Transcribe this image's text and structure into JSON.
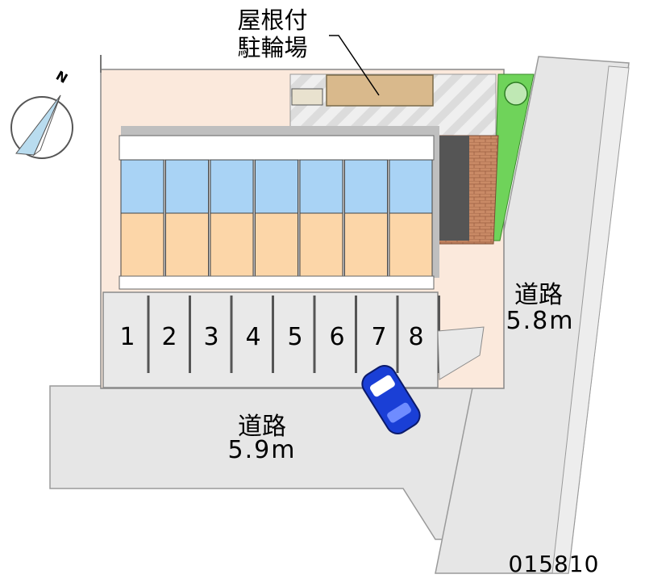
{
  "bike_parking_label_line1": "屋根付",
  "bike_parking_label_line2": "駐輪場",
  "compass": {
    "north_letter": "N",
    "icon": "compass-icon"
  },
  "road_south": {
    "name": "道路",
    "width": "5.9m"
  },
  "road_east": {
    "name": "道路",
    "width": "5.8m"
  },
  "parking_spaces": [
    "1",
    "2",
    "3",
    "4",
    "5",
    "6",
    "7",
    "8"
  ],
  "map_code": "015810",
  "colors": {
    "room_wet_area": "#a9d3f5",
    "room_living": "#fcd6a8",
    "lot": "#fbe9dc",
    "road": "#e6e6e6",
    "brick": "#c98a66",
    "car": "#1a3fd6",
    "greenery": "#6fd35a"
  }
}
